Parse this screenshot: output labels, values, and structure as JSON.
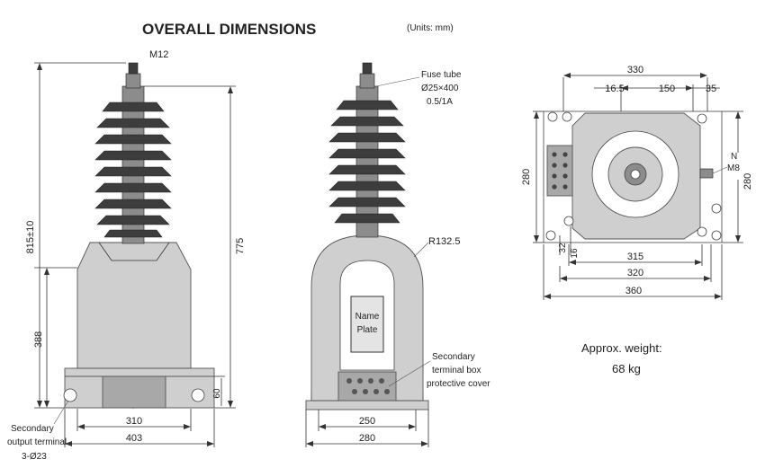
{
  "title": "OVERALL DIMENSIONS",
  "units": "(Units: mm)",
  "front_view": {
    "bolt": "M12",
    "height_total": "815±10",
    "height_775": "775",
    "height_388": "388",
    "height_60": "60",
    "width_310": "310",
    "width_403": "403",
    "secondary_line1": "Secondary",
    "secondary_line2": "output terminal",
    "holes": "3-Ø23"
  },
  "side_view": {
    "fuse_line1": "Fuse tube",
    "fuse_line2": "Ø25×400",
    "fuse_line3": "0.5/1A",
    "radius": "R132.5",
    "plate_line1": "Name",
    "plate_line2": "Plate",
    "cover_line1": "Secondary",
    "cover_line2": "terminal box",
    "cover_line3": "protective cover",
    "width_250": "250",
    "width_280": "280"
  },
  "top_view": {
    "width_330": "330",
    "dim_16_5": "16.5",
    "dim_150": "150",
    "dim_35": "35",
    "height_280_left": "280",
    "height_280_right": "280",
    "n_label": "N",
    "m8_label": "M8",
    "dim_32": "32",
    "dim_16": "16",
    "width_315": "315",
    "width_320": "320",
    "width_360": "360"
  },
  "weight_label": "Approx. weight:",
  "weight_value": "68 kg"
}
